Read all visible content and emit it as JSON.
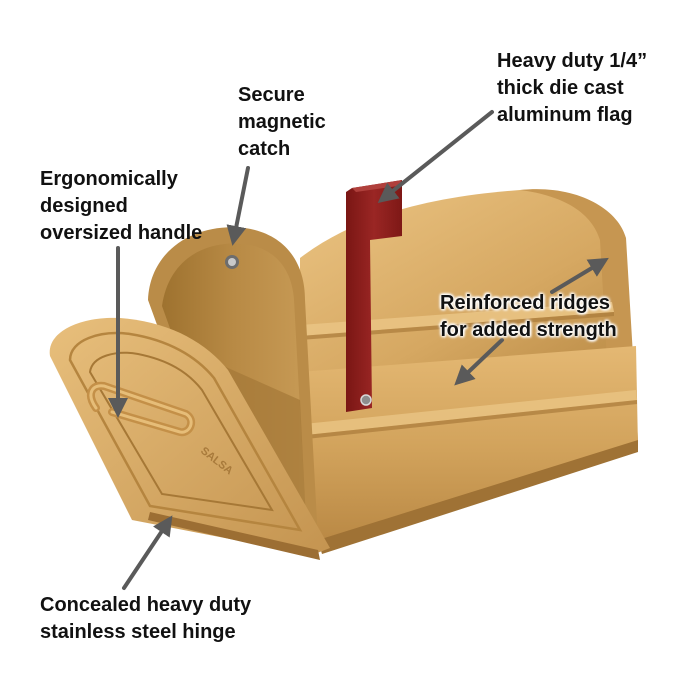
{
  "callouts": {
    "flag": {
      "lines": [
        "Heavy duty 1/4”",
        "thick die cast",
        "aluminum flag"
      ]
    },
    "catch": {
      "lines": [
        "Secure",
        "magnetic",
        "catch"
      ]
    },
    "handle": {
      "lines": [
        "Ergonomically",
        "designed",
        "oversized handle"
      ]
    },
    "ridges": {
      "lines": [
        "Reinforced ridges",
        "for added strength"
      ]
    },
    "hinge": {
      "lines": [
        "Concealed heavy duty",
        "stainless steel hinge"
      ]
    }
  },
  "door_embossing": "SALSA",
  "colors": {
    "background": "#ffffff",
    "mailbox_body": "#cf9f55",
    "mailbox_shadow": "#a97a3a",
    "mailbox_highlight": "#e6bd78",
    "flag": "#8e1e1c",
    "arrow": "#5a5a5a",
    "text": "#111111"
  }
}
